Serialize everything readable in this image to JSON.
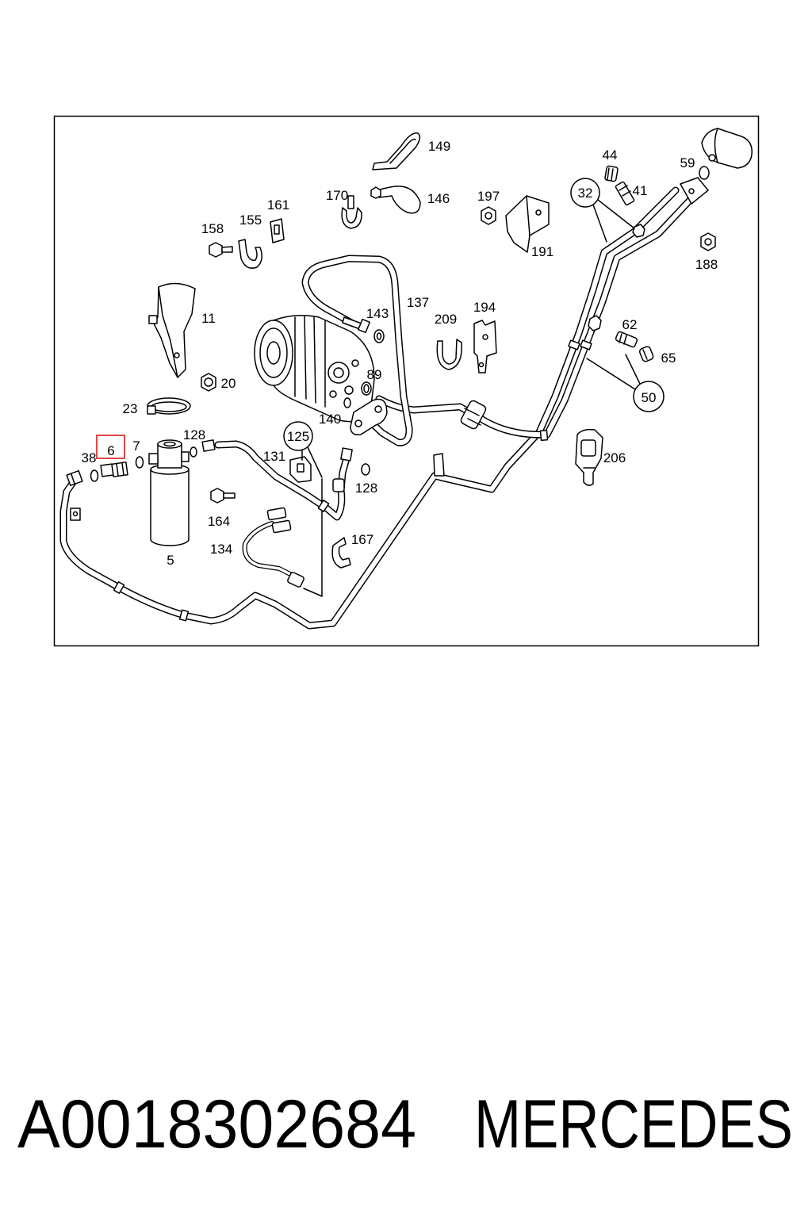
{
  "diagram": {
    "callouts": [
      "149",
      "170",
      "146",
      "197",
      "44",
      "59",
      "41",
      "161",
      "158",
      "155",
      "191",
      "188",
      "137",
      "143",
      "194",
      "209",
      "11",
      "62",
      "65",
      "89",
      "20",
      "23",
      "140",
      "128",
      "7",
      "38",
      "131",
      "206",
      "128",
      "164",
      "167",
      "134",
      "5"
    ],
    "circled_callouts": [
      "32",
      "50",
      "125"
    ],
    "highlighted_callout": "6"
  },
  "caption": {
    "part_number": "A0018302684",
    "brand": "MERCEDES"
  },
  "colors": {
    "line": "#000000",
    "background": "#ffffff",
    "highlight": "#e04848",
    "highlighted_text": "#7a7a7a"
  }
}
